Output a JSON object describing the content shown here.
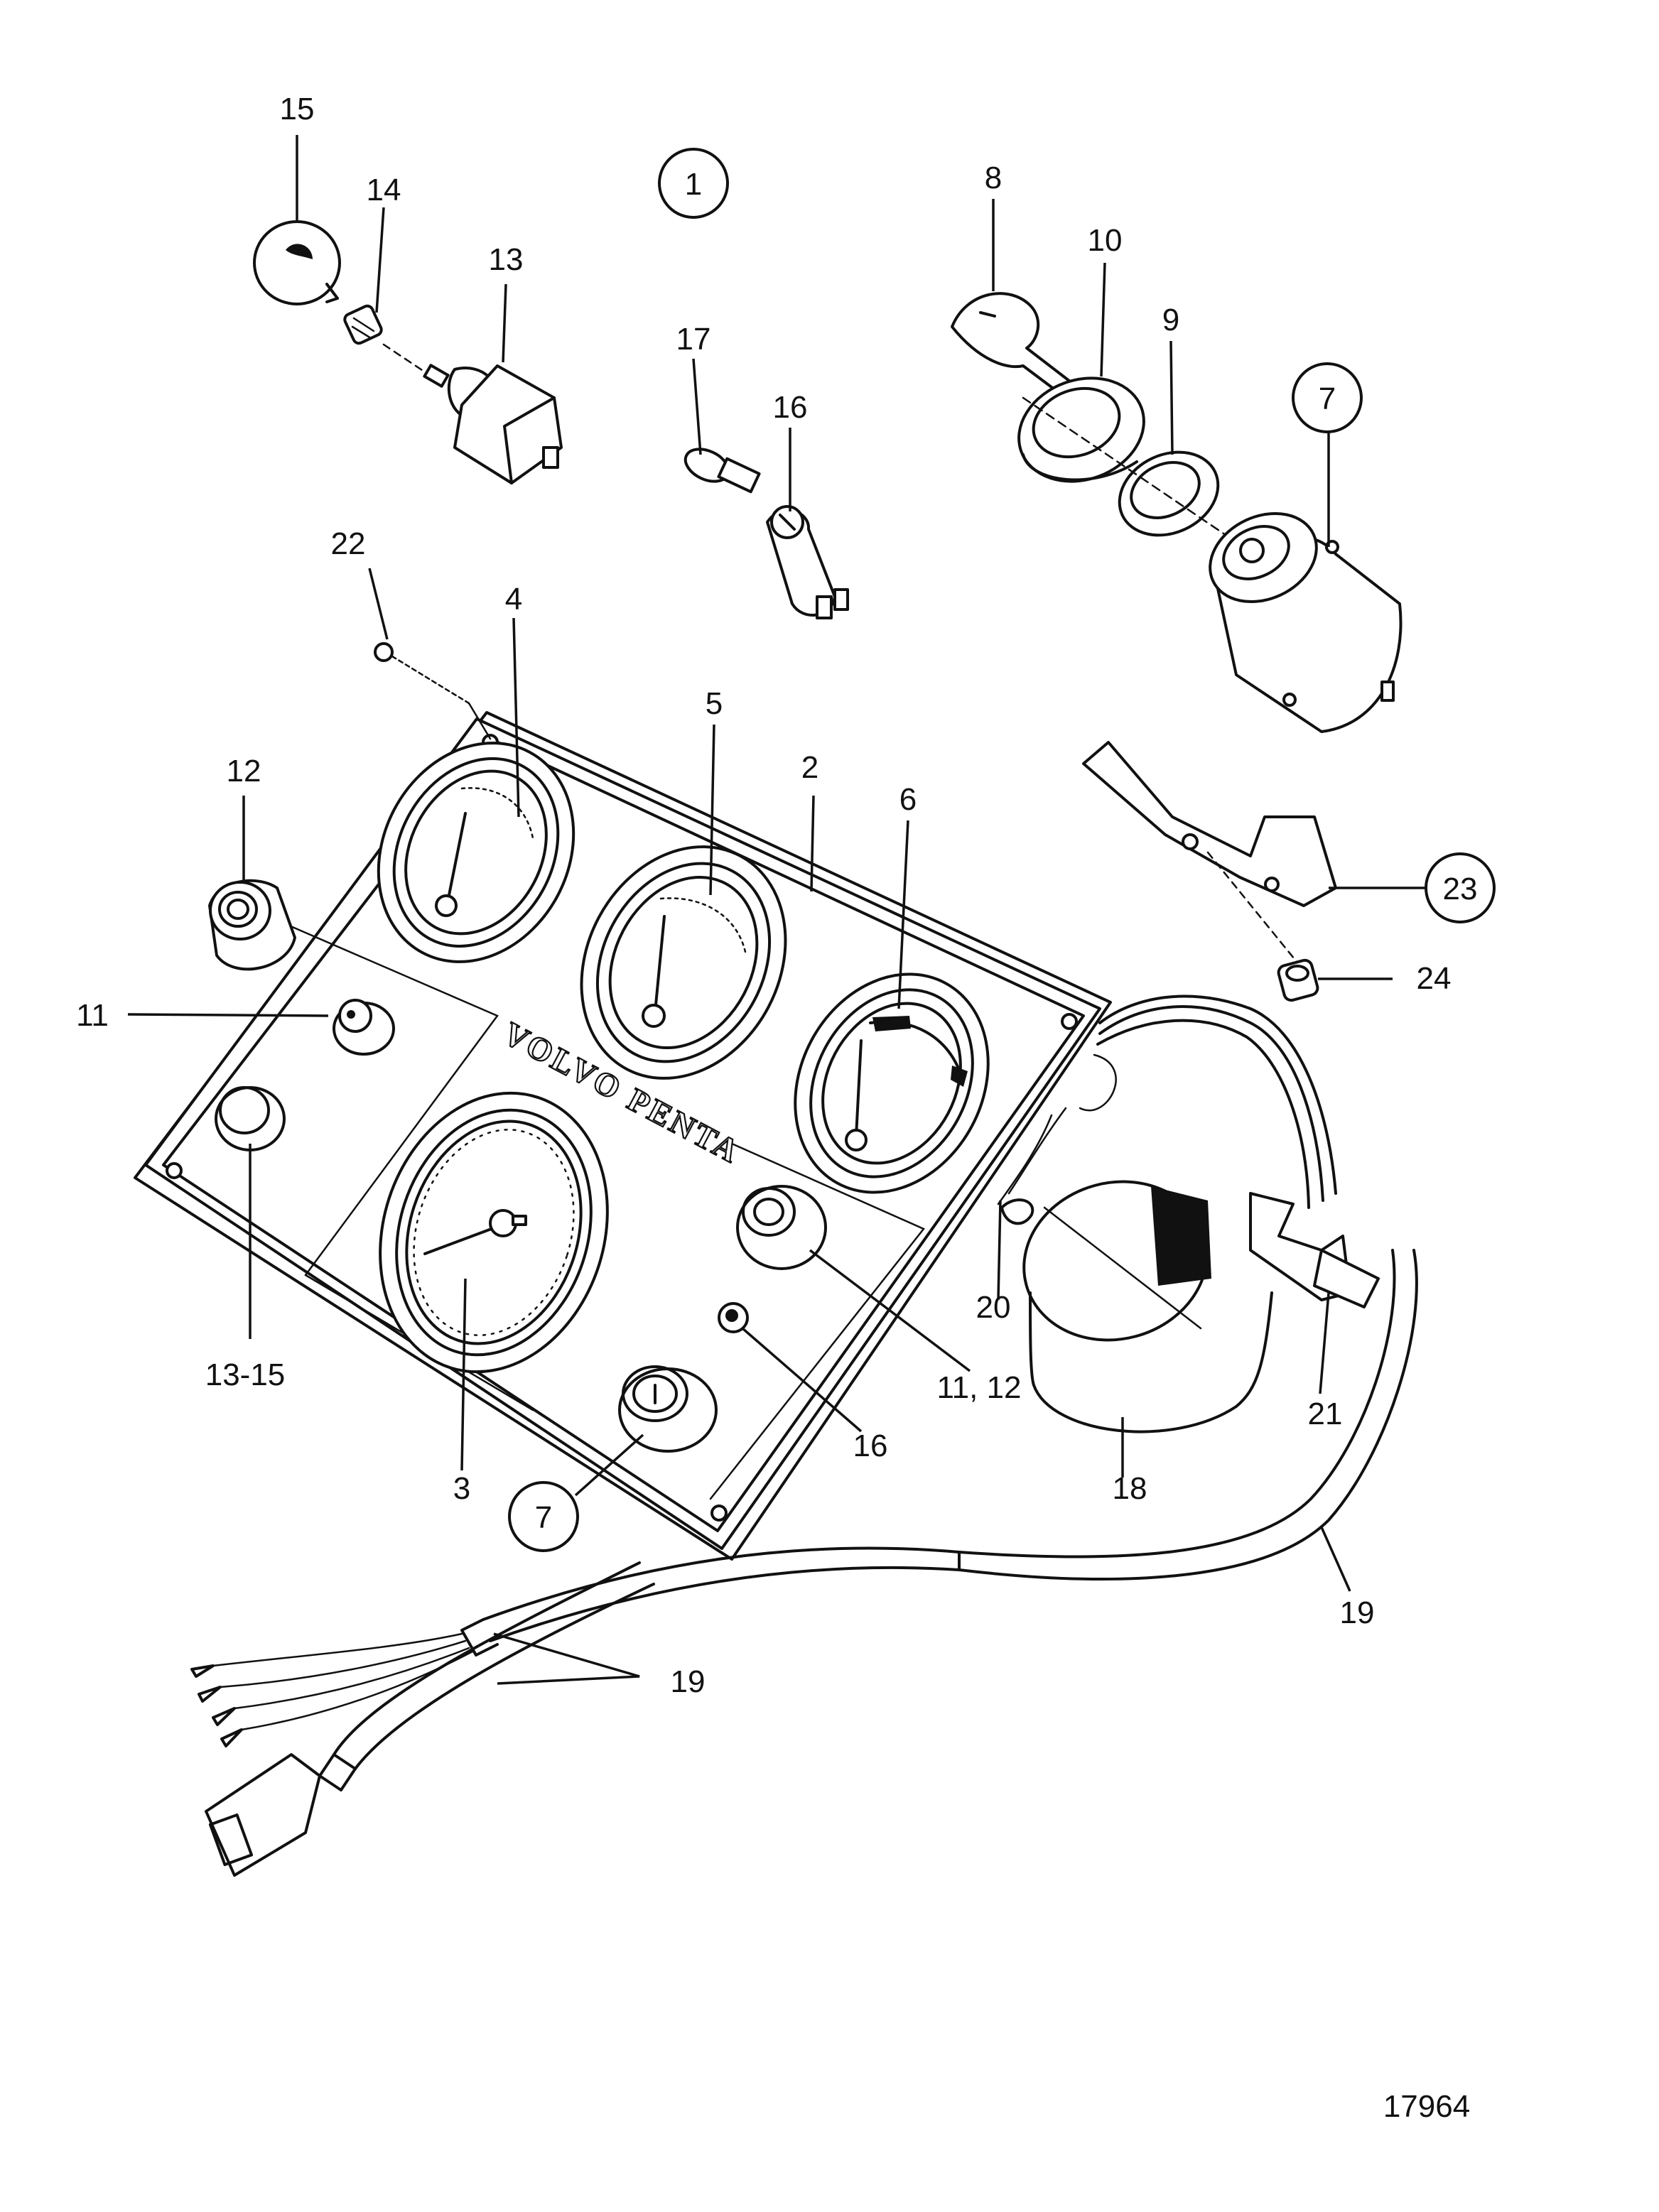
{
  "callouts": {
    "c1": "1",
    "c2": "2",
    "c3": "3",
    "c4": "4",
    "c5": "5",
    "c6": "6",
    "c7a": "7",
    "c7b": "7",
    "c8": "8",
    "c9": "9",
    "c10": "10",
    "c11": "11",
    "c11_12": "11, 12",
    "c12": "12",
    "c13": "13",
    "c13_15": "13-15",
    "c14": "14",
    "c15": "15",
    "c16a": "16",
    "c16b": "16",
    "c17": "17",
    "c18": "18",
    "c19a": "19",
    "c19b": "19",
    "c20": "20",
    "c21": "21",
    "c22": "22",
    "c23": "23",
    "c24": "24"
  },
  "panel": {
    "brand": "VOLVO PENTA"
  },
  "figure_number": "17964"
}
